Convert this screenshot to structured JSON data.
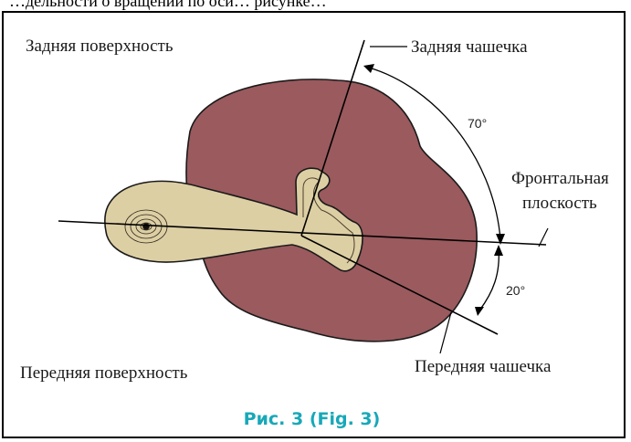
{
  "top_strip": {
    "text": "…дельности о вращении по оси… рисунке…"
  },
  "labels": {
    "posterior_surface": "Задняя поверхность",
    "posterior_cup": "Задняя чашечка",
    "frontal_plane_line1": "Фронтальная",
    "frontal_plane_line2": "плоскость",
    "anterior_surface": "Передняя поверхность",
    "anterior_cup": "Передняя чашечка",
    "angle_upper": "70°",
    "angle_lower": "20°"
  },
  "caption": "Рис. 3 (Fig. 3)",
  "colors": {
    "kidney_body": "#9a5a5e",
    "pelvis": "#ddcfa4",
    "caption": "#18a8b8"
  }
}
